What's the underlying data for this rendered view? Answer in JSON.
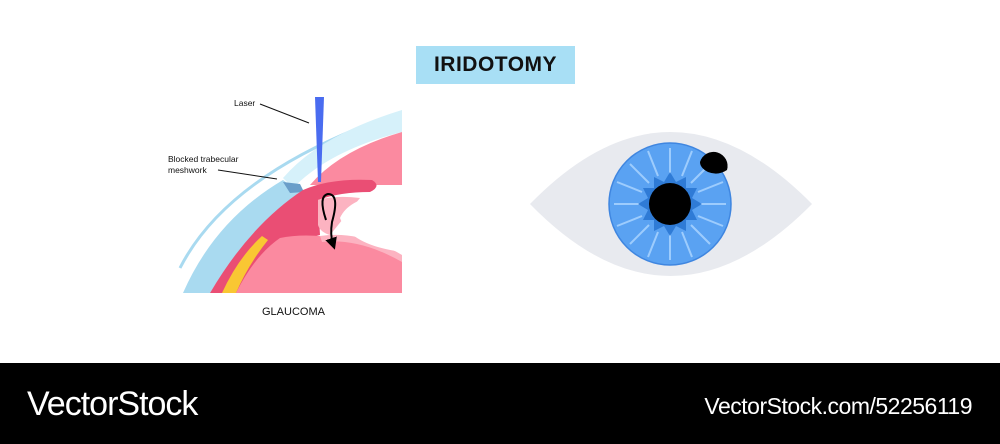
{
  "title": "IRIDOTOMY",
  "diagram": {
    "labels": {
      "laser": "Laser",
      "blocked_line1": "Blocked trabecular",
      "blocked_line2": "meshwork"
    },
    "caption": "GLAUCOMA"
  },
  "colors": {
    "title_bg": "#a8dff5",
    "cornea_light": "#d6f1fa",
    "sclera_blue": "#a9daf0",
    "iris_red": "#ea4e74",
    "tissue_pink": "#fb8aa0",
    "lens_pink": "#fcb3c1",
    "yellow": "#f9c733",
    "laser": "#4a6cf0",
    "eye_white": "#e8eaef",
    "iris_blue": "#5aa2f2",
    "iris_dark": "#2f7bd6",
    "pupil": "#000000",
    "footer_bg": "#000000"
  },
  "footer": {
    "brand": "VectorStock",
    "stock_id": "VectorStock.com/52256119"
  }
}
